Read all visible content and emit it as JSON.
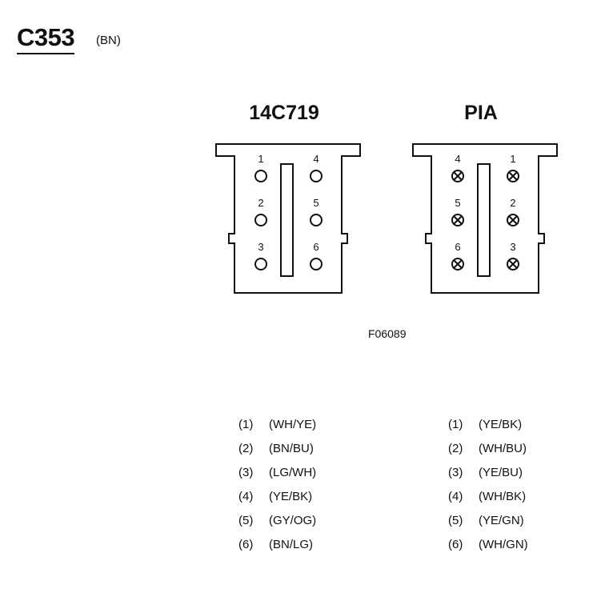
{
  "header": {
    "connector_id": "C353",
    "color_code": "(BN)"
  },
  "connectors": [
    {
      "label": "14C719",
      "pin_style": "open",
      "pins": [
        {
          "num": "1",
          "wire": "(WH/YE)"
        },
        {
          "num": "2",
          "wire": "(BN/BU)"
        },
        {
          "num": "3",
          "wire": "(LG/WH)"
        },
        {
          "num": "4",
          "wire": "(YE/BK)"
        },
        {
          "num": "5",
          "wire": "(GY/OG)"
        },
        {
          "num": "6",
          "wire": "(BN/LG)"
        }
      ]
    },
    {
      "label": "PIA",
      "pin_style": "crossed",
      "pins": [
        {
          "num": "1",
          "wire": "(YE/BK)"
        },
        {
          "num": "2",
          "wire": "(WH/BU)"
        },
        {
          "num": "3",
          "wire": "(YE/BU)"
        },
        {
          "num": "4",
          "wire": "(WH/BK)"
        },
        {
          "num": "5",
          "wire": "(YE/GN)"
        },
        {
          "num": "6",
          "wire": "(WH/GN)"
        }
      ]
    }
  ],
  "figure_code": "F06089"
}
